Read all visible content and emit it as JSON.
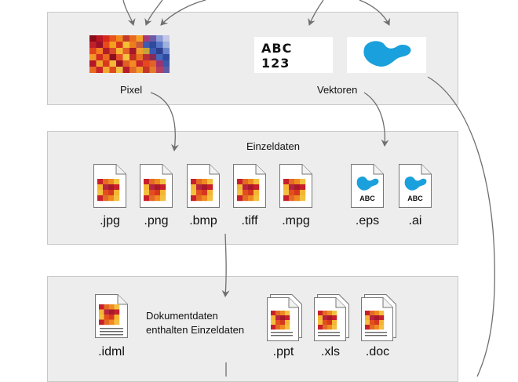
{
  "colors": {
    "panel_bg": "#ededed",
    "panel_border": "#c9c9c9",
    "arrow": "#6f6f6f",
    "vector_blue": "#1aa0dc"
  },
  "top_panel": {
    "pixel_label": "Pixel",
    "vector_label": "Vektoren",
    "abc_line1": "ABC",
    "abc_line2": "123",
    "pixel_icon": "pixel-mosaic-icon",
    "vector_icon": "blue-blob-icon"
  },
  "middle_panel": {
    "title": "Einzeldaten",
    "raster_files": [
      ".jpg",
      ".png",
      ".bmp",
      ".tiff",
      ".mpg"
    ],
    "vector_files": [
      ".eps",
      ".ai"
    ],
    "vector_doc_text": "ABC"
  },
  "bottom_panel": {
    "description_line1": "Dokumentdaten",
    "description_line2": "enthalten Einzeldaten",
    "files": [
      ".idml",
      ".ppt",
      ".xls",
      ".doc"
    ]
  }
}
